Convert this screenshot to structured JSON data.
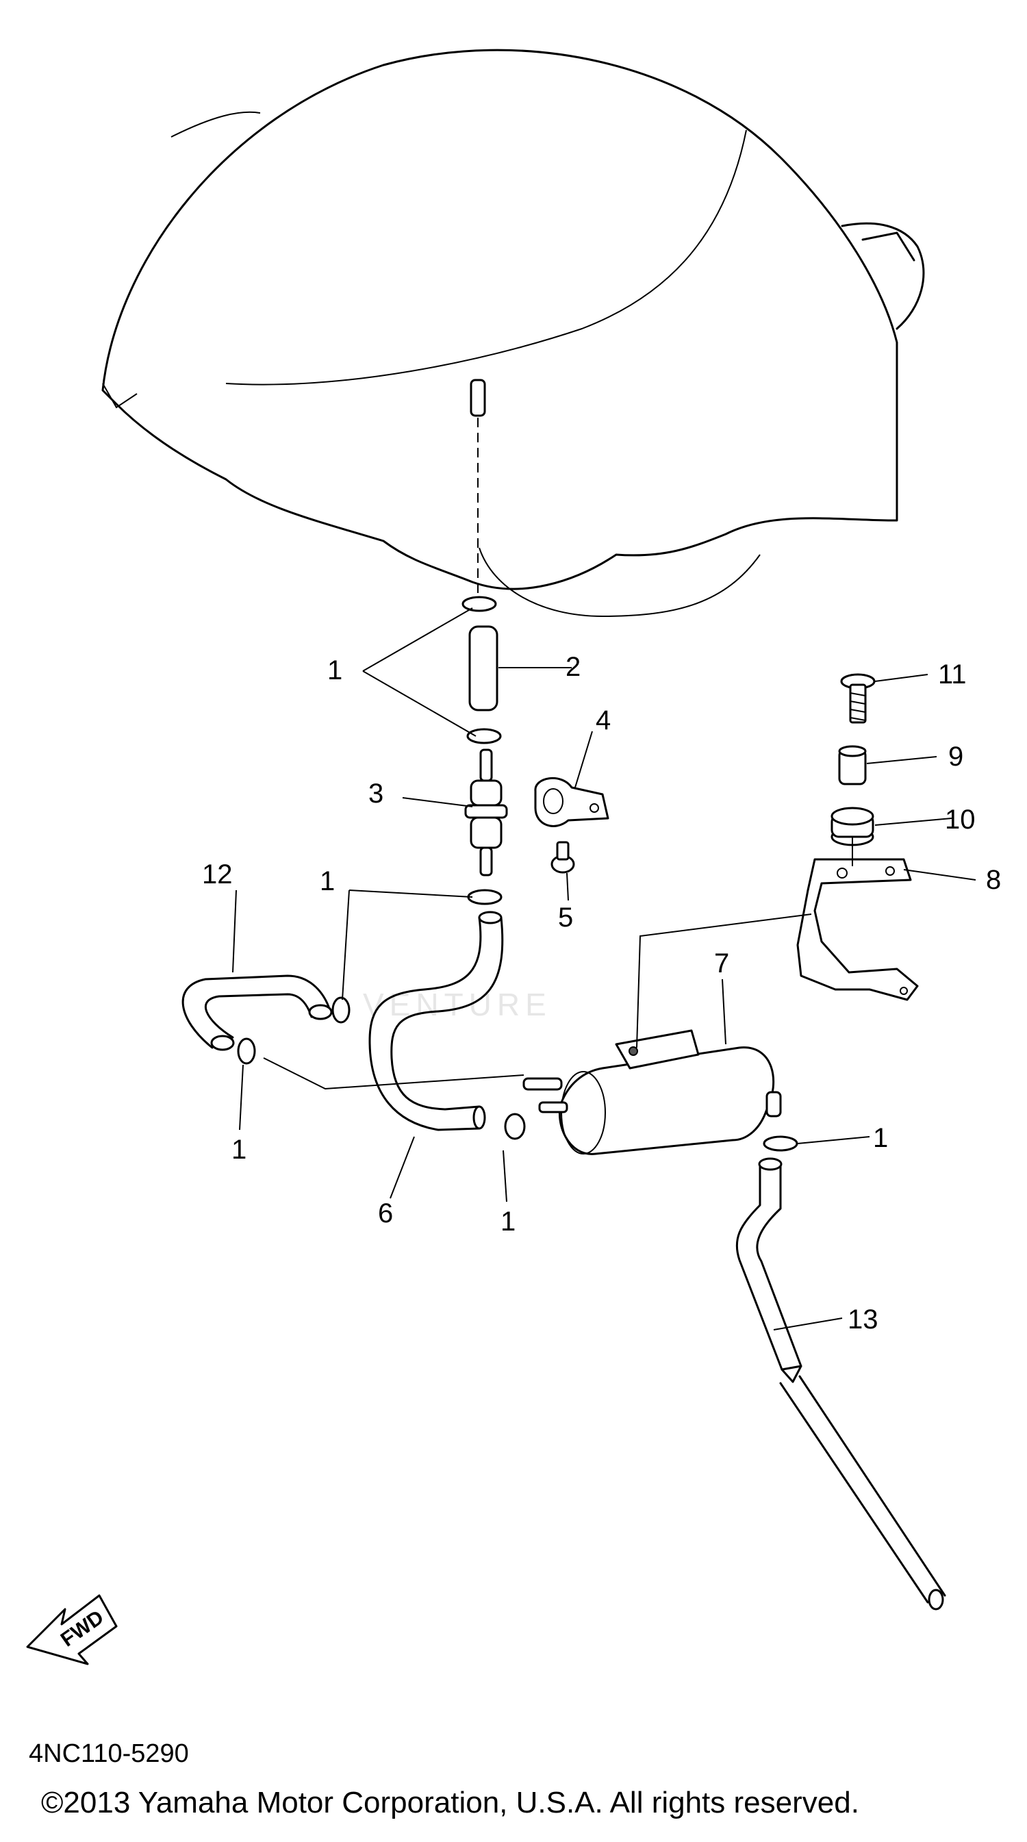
{
  "callouts": [
    {
      "id": "c1a",
      "label": "1"
    },
    {
      "id": "c2",
      "label": "2"
    },
    {
      "id": "c3",
      "label": "3"
    },
    {
      "id": "c4",
      "label": "4"
    },
    {
      "id": "c5",
      "label": "5"
    },
    {
      "id": "c1b",
      "label": "1"
    },
    {
      "id": "c12",
      "label": "12"
    },
    {
      "id": "c11",
      "label": "11"
    },
    {
      "id": "c9",
      "label": "9"
    },
    {
      "id": "c10",
      "label": "10"
    },
    {
      "id": "c8",
      "label": "8"
    },
    {
      "id": "c7",
      "label": "7"
    },
    {
      "id": "c1c",
      "label": "1"
    },
    {
      "id": "c1d",
      "label": "1"
    },
    {
      "id": "c1e",
      "label": "1"
    },
    {
      "id": "c6",
      "label": "6"
    },
    {
      "id": "c13",
      "label": "13"
    }
  ],
  "fwd_label": "FWD",
  "watermark": "VENTURE",
  "diagram_code": "4NC110-5290",
  "copyright": "©2013 Yamaha Motor Corporation, U.S.A. All rights reserved."
}
